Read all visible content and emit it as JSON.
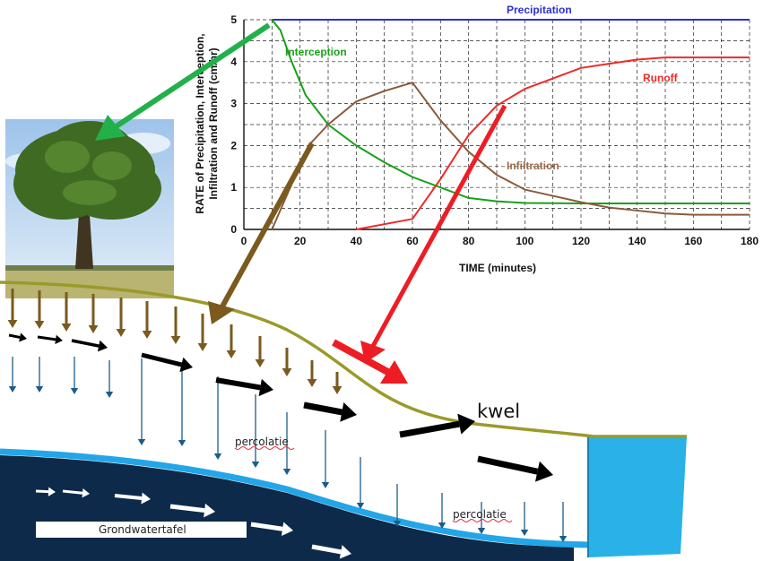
{
  "chart_data": {
    "type": "line",
    "xlabel": "TIME (minutes)",
    "ylabel_lines": [
      "RATE of Precipitation, Interception,",
      "Infiltration and Runoff (cm/hr)"
    ],
    "xlim": [
      0,
      180
    ],
    "ylim": [
      0,
      5
    ],
    "x_ticks": [
      0,
      20,
      40,
      60,
      80,
      100,
      120,
      140,
      160,
      180
    ],
    "y_ticks": [
      0,
      1,
      2,
      3,
      4,
      5
    ],
    "grid": true,
    "series": [
      {
        "name": "Precipitation",
        "color": "#2f2fd0",
        "x": [
          10,
          180
        ],
        "y": [
          5,
          5
        ]
      },
      {
        "name": "Interception",
        "color": "#1aa01a",
        "x": [
          10,
          13,
          17,
          22,
          30,
          40,
          50,
          60,
          70,
          80,
          90,
          100,
          120,
          140,
          160,
          180
        ],
        "y": [
          5,
          4.75,
          4.0,
          3.2,
          2.5,
          2.0,
          1.6,
          1.25,
          1.0,
          0.75,
          0.67,
          0.63,
          0.62,
          0.62,
          0.62,
          0.62
        ]
      },
      {
        "name": "Infiltration",
        "color": "#8b5a3c",
        "x": [
          10,
          23,
          30,
          40,
          50,
          60,
          70,
          80,
          90,
          100,
          110,
          120,
          130,
          140,
          150,
          160,
          170,
          180
        ],
        "y": [
          0,
          2.0,
          2.5,
          3.05,
          3.3,
          3.5,
          2.6,
          1.85,
          1.3,
          0.95,
          0.8,
          0.65,
          0.52,
          0.45,
          0.38,
          0.35,
          0.35,
          0.35
        ]
      },
      {
        "name": "Runoff",
        "color": "#ee2a2a",
        "x": [
          40,
          60,
          70,
          80,
          90,
          100,
          110,
          120,
          130,
          140,
          150,
          160,
          170,
          180
        ],
        "y": [
          0,
          0.25,
          1.2,
          2.25,
          2.95,
          3.35,
          3.6,
          3.85,
          3.95,
          4.05,
          4.1,
          4.1,
          4.1,
          4.1
        ]
      }
    ]
  },
  "colors": {
    "sky": "#bcd6ef",
    "grass": "#a8a860",
    "surface_line": "#9a9a2a",
    "groundwater": "#0d2a4a",
    "water_edge": "#22a6e8",
    "river": "#2ab2e8",
    "infiltration_arrow": "#7a5a1e",
    "percolation_arrow": "#1b5d8a",
    "flow_arrow": "#000000",
    "green_arrow": "#22b04a",
    "brown_arrow": "#7a5a1e",
    "red_arrow": "#ee1c24"
  },
  "annotations": {
    "kwel": "kwel",
    "percolatie_1": "percolatie",
    "percolatie_2": "percolatie",
    "grondwatertafel": "Grondwatertafel"
  }
}
